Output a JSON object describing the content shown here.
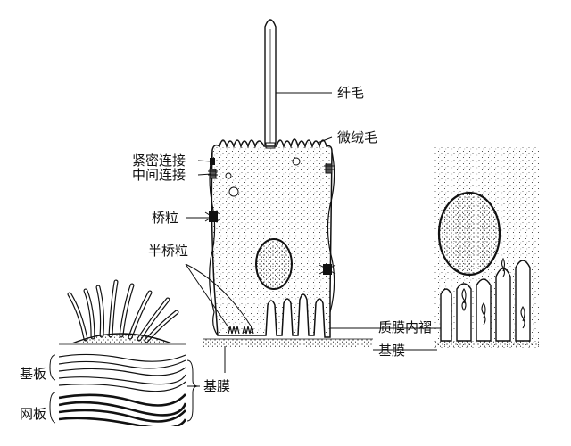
{
  "labels": {
    "cilium": "纤毛",
    "microvilli": "微绒毛",
    "tight_junction": "紧密连接",
    "intermediate_junction": "中间连接",
    "desmosome": "桥粒",
    "hemidesmosome": "半桥粒",
    "plasma_membrane_infolding": "质膜内褶",
    "basement_membrane_right": "基膜",
    "basal_lamina": "基板",
    "reticular_lamina": "网板",
    "basement_membrane_left": "基膜"
  },
  "colors": {
    "ink": "#111111",
    "background": "#ffffff"
  }
}
